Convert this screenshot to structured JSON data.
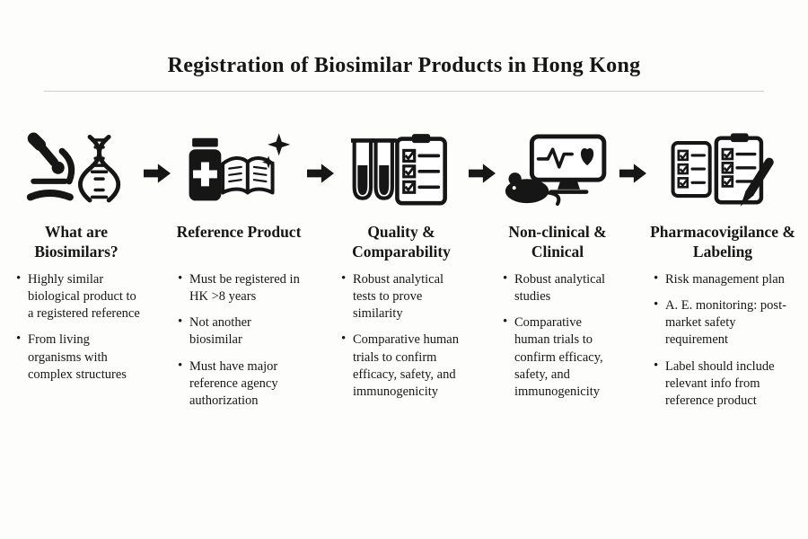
{
  "page": {
    "title": "Registration of Biosimilar Products in Hong Kong"
  },
  "accent_color": "#161616",
  "background_color": "#fdfdfb",
  "columns": [
    {
      "icon": "microscope-dna-icon",
      "title": "What are Biosimilars?",
      "bullets": [
        "Highly similar biological product to a registered reference",
        "From living organisms with complex structures"
      ]
    },
    {
      "icon": "medicine-bottle-book-icon",
      "title": "Reference Product",
      "bullets": [
        "Must be registered in HK >8 years",
        "Not another biosimilar",
        "Must have major reference agency authorization"
      ]
    },
    {
      "icon": "test-tubes-checklist-icon",
      "title": "Quality & Comparability",
      "bullets": [
        "Robust analytical tests to prove similarity",
        "Comparative human trials to confirm efficacy, safety, and immunogenicity"
      ]
    },
    {
      "icon": "monitor-heartbeat-mouse-icon",
      "title": "Non-clinical & Clinical",
      "bullets": [
        "Robust analytical studies",
        "Comparative human trials to confirm efficacy, safety, and immunogenicity"
      ]
    },
    {
      "icon": "clipboard-checklist-pen-icon",
      "title": "Pharmacovigilance & Labeling",
      "bullets": [
        "Risk management plan",
        "A. E. monitoring: post-market safety requirement",
        "Label should include relevant info from reference product"
      ]
    }
  ]
}
